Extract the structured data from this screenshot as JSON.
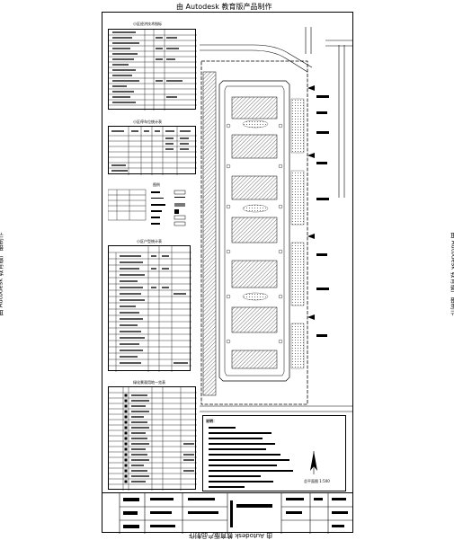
{
  "watermark": {
    "text": "由 Autodesk 教育版产品制作"
  },
  "tables": {
    "t1_title": "小区经济技术指标",
    "t2_title": "小区停车位统计表",
    "t3_title": "小区户型统计表",
    "t4_title": "绿化景观用地一览表",
    "t5_title": "市政设施配套一览表"
  },
  "legend": {
    "title": "图例"
  },
  "plan": {
    "label": "总平面图",
    "scale": "1:500"
  },
  "notes": {
    "title": "说明："
  },
  "colors": {
    "line": "#000000",
    "hatch": "#333333",
    "paper": "#ffffff"
  }
}
